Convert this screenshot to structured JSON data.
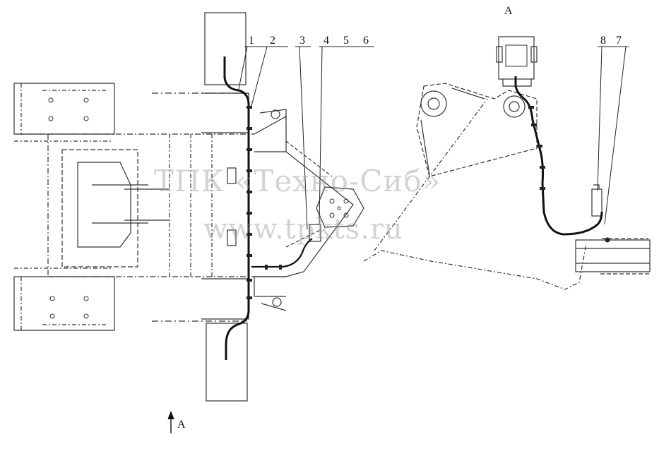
{
  "view_label_top": "A",
  "view_arrow_label": "A",
  "callouts": [
    "1",
    "2",
    "3",
    "4",
    "5",
    "6",
    "8",
    "7"
  ],
  "watermark": {
    "line1": "ТПК «Техно-Сиб»",
    "line2": "www.tpkts.ru"
  }
}
